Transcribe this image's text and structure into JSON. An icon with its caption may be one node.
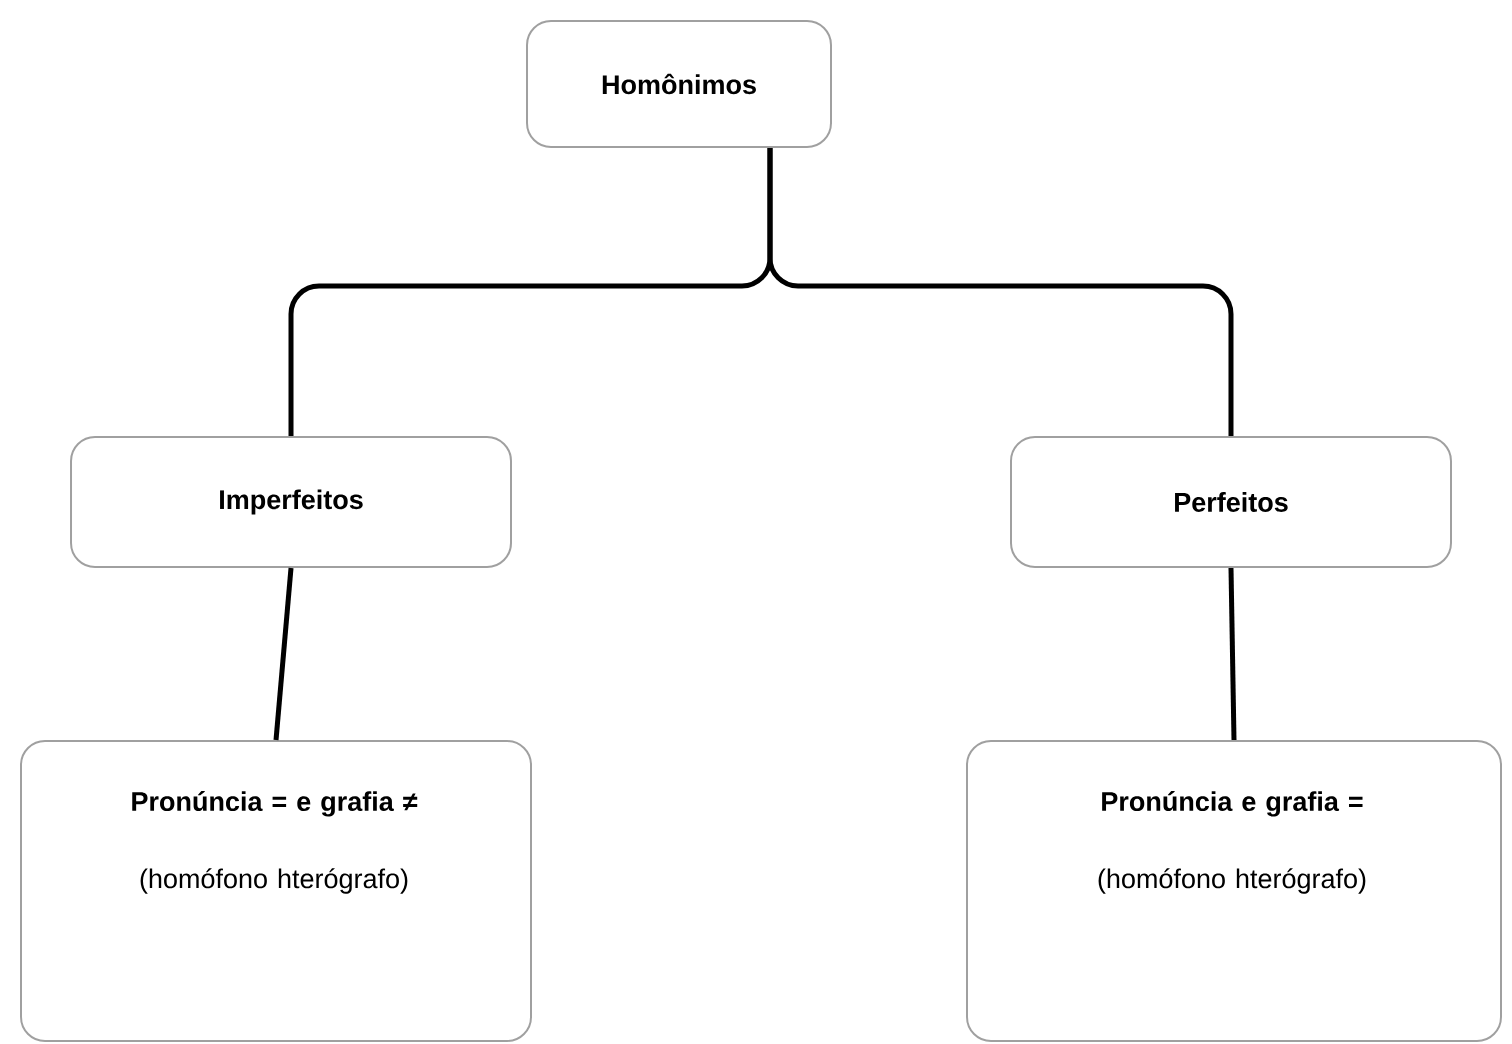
{
  "diagram": {
    "nodes": [
      {
        "text": [
          "Homônimos"
        ]
      },
      {
        "text": [
          "Imperfeitos"
        ]
      },
      {
        "text": [
          "Perfeitos"
        ]
      },
      {
        "text": [
          "Pronúncia = e grafia ≠",
          "(homófono hterógrafo)"
        ]
      },
      {
        "text": [
          "Pronúncia e grafia =",
          "(homófono hterógrafo)"
        ]
      }
    ],
    "edges": [
      {
        "from": 0,
        "to": 1,
        "arrow": "none"
      },
      {
        "from": 0,
        "to": 2,
        "arrow": "none"
      },
      {
        "from": 1,
        "to": 3,
        "arrow": "none"
      },
      {
        "from": 2,
        "to": 4,
        "arrow": "none"
      }
    ]
  }
}
